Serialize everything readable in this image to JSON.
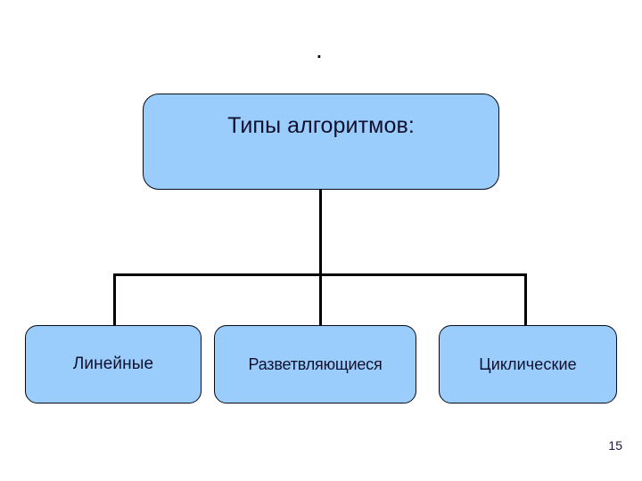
{
  "slide": {
    "title_marker": ".",
    "page_number": "15",
    "background_color": "#ffffff",
    "node_fill_color": "#9ACDFB",
    "node_border_color": "#0a0a14",
    "text_color": "#10102e",
    "connector_color": "#000000"
  },
  "diagram": {
    "type": "hierarchy",
    "root": {
      "label": "Типы алгоритмов:",
      "name": "root-node"
    },
    "children": [
      {
        "label": "Линейные",
        "name": "leaf-node-linear"
      },
      {
        "label": "Разветвляющиеся",
        "name": "leaf-node-branching"
      },
      {
        "label": "Циклические",
        "name": "leaf-node-cyclic"
      }
    ]
  }
}
